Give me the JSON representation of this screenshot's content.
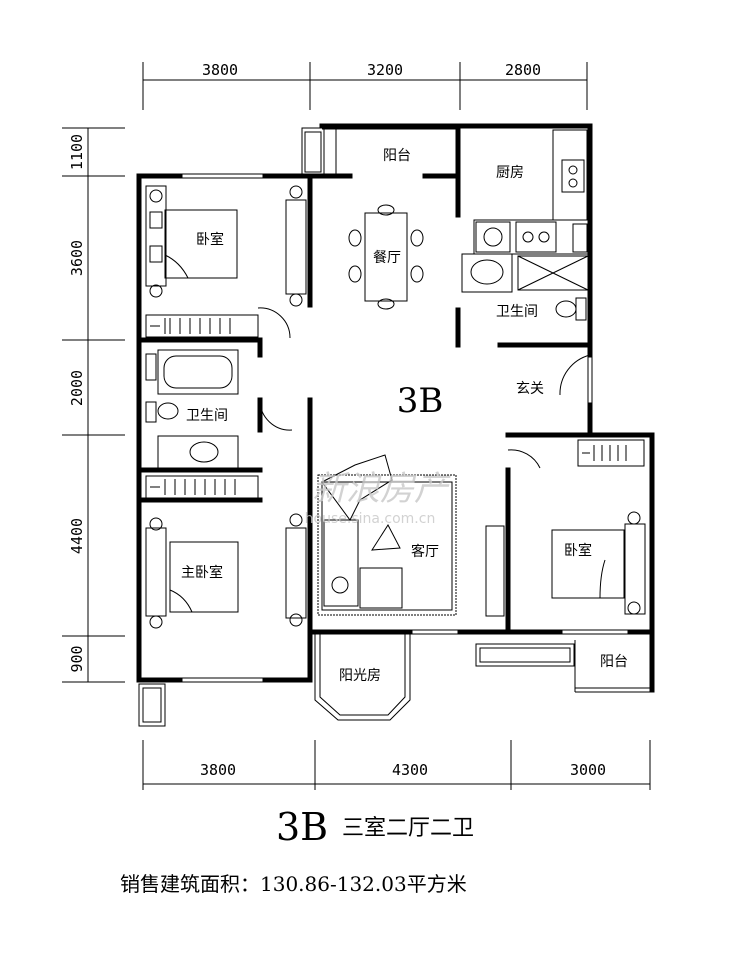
{
  "dimensions": {
    "top": [
      "3800",
      "3200",
      "2800"
    ],
    "bottom": [
      "3800",
      "4300",
      "3000"
    ],
    "left": [
      "1100",
      "3600",
      "2000",
      "4400",
      "900"
    ]
  },
  "rooms": {
    "balcony_top": "阳台",
    "kitchen": "厨房",
    "bedroom_top": "卧室",
    "dining": "餐厅",
    "bath_right": "卫生间",
    "entry": "玄关",
    "bath_left": "卫生间",
    "master_bedroom": "主卧室",
    "living": "客厅",
    "bedroom_right": "卧室",
    "sunroom": "阳光房",
    "balcony_right": "阳台"
  },
  "unit_label": "3B",
  "watermark": {
    "brand": "新浪房产",
    "url": "house.sina.com.cn"
  },
  "footer": {
    "code": "3B",
    "layout": "三室二厅二卫",
    "area": "销售建筑面积：130.86-132.03平方米"
  }
}
